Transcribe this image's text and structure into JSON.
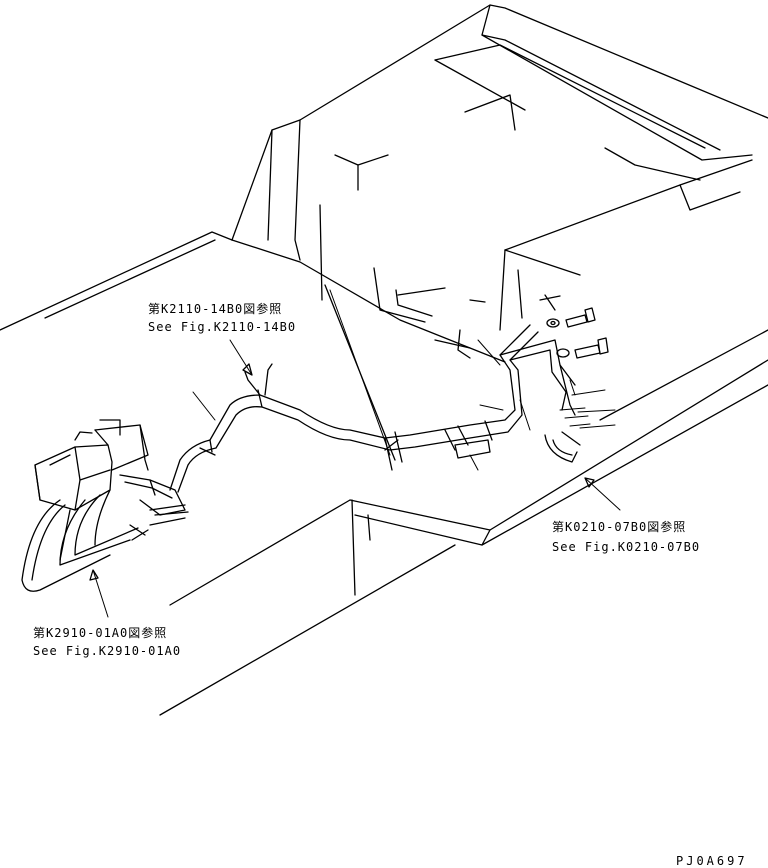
{
  "references": [
    {
      "jp": "第K2110-14B0図参照",
      "en": "See Fig.K2110-14B0"
    },
    {
      "jp": "第K0210-07B0図参照",
      "en": "See Fig.K0210-07B0"
    },
    {
      "jp": "第K2910-01A0図参照",
      "en": "See Fig.K2910-01A0"
    }
  ],
  "drawing_code": "PJ0A697"
}
